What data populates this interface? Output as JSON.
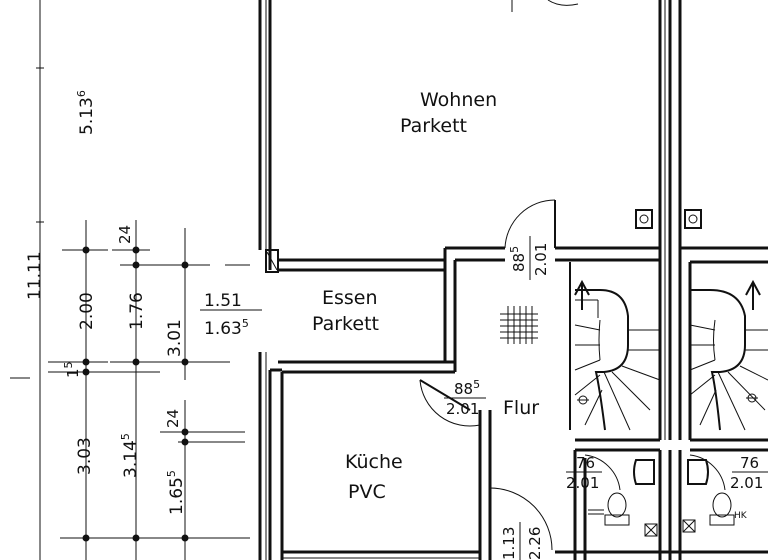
{
  "rooms": {
    "wohnen": {
      "name": "Wohnen",
      "floor": "Parkett"
    },
    "essen": {
      "name": "Essen",
      "floor": "Parkett"
    },
    "kueche": {
      "name": "Küche",
      "floor": "PVC"
    },
    "flur": {
      "name": "Flur"
    }
  },
  "dimensions": {
    "total_width": {
      "main": "11.11",
      "sup": ""
    },
    "left_top_segment": {
      "main": "5.13",
      "sup": "6"
    },
    "row1_a": {
      "main": "2.00",
      "sup": ""
    },
    "row1_b": {
      "main": "1.76",
      "sup": ""
    },
    "row1_c": {
      "main": "3.01",
      "sup": ""
    },
    "row1_small": {
      "main": "24",
      "sup": ""
    },
    "row2_small": {
      "main": "1",
      "sup": "5"
    },
    "row3_a": {
      "main": "3.03",
      "sup": ""
    },
    "row3_b": {
      "main": "3.14",
      "sup": "5"
    },
    "row3_c": {
      "main": "1.65",
      "sup": "5"
    },
    "row3_small": {
      "main": "24",
      "sup": ""
    },
    "essen_opening_w": {
      "main": "1.51",
      "sup": ""
    },
    "essen_opening_h": {
      "main": "1.63",
      "sup": "5"
    },
    "door_wohnen_w": {
      "main": "88",
      "sup": "5"
    },
    "door_wohnen_h": {
      "main": "2.01",
      "sup": ""
    },
    "door_kueche_w": {
      "main": "88",
      "sup": "5"
    },
    "door_kueche_h": {
      "main": "2.01",
      "sup": ""
    },
    "door_wc1_w": {
      "main": "76",
      "sup": ""
    },
    "door_wc1_h": {
      "main": "2.01",
      "sup": ""
    },
    "door_wc2_w": {
      "main": "76",
      "sup": ""
    },
    "door_wc2_h": {
      "main": "2.01",
      "sup": ""
    },
    "door_bottom_w": {
      "main": "1.13",
      "sup": ""
    },
    "door_bottom_h": {
      "main": "2.26",
      "sup": ""
    }
  },
  "symbols": {
    "wc_mark": "HK"
  },
  "style": {
    "ink": "#111111",
    "paper": "#ffffff"
  }
}
